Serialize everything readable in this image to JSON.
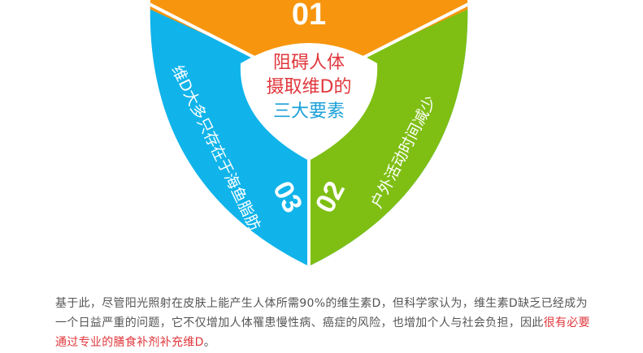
{
  "diagram": {
    "center_lines": [
      "阻碍人体",
      "摄取维D的",
      "三大要素"
    ],
    "segments": [
      {
        "number": "01",
        "color": "#f7960e"
      },
      {
        "number": "02",
        "label": "户外活动时间减少",
        "color": "#7fbf14"
      },
      {
        "number": "03",
        "label": "维D大多只存在于海鱼脂肪",
        "color": "#10b4ea"
      }
    ],
    "center_red": "#e0373c",
    "center_blue": "#1ba0d8"
  },
  "paragraph": {
    "normal": "基于此，尽管阳光照射在皮肤上能产生人体所需90%的维生素D，但科学家认为，维生素D缺乏已经成为一个日益严重的问题，它不仅增加人体罹患慢性病、癌症的风险，也增加个人与社会负担，因此",
    "highlight": "很有必要通过专业的膳食补剂补充维D",
    "end": "。"
  }
}
